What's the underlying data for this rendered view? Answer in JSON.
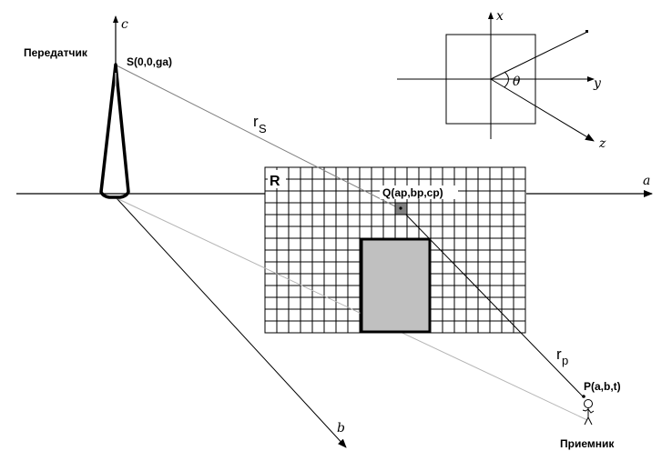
{
  "labels": {
    "transmitter": "Передатчик",
    "receiver": "Приемник",
    "source_point": "S(0,0,ga)",
    "scatter_point": "Q(ap,bp,cp)",
    "receiver_point": "P(a,b,t)",
    "region": "R",
    "r_s_main": "r",
    "r_s_sub": "S",
    "r_p_main": "r",
    "r_p_sub": "p"
  },
  "axes": {
    "main": {
      "a": "a",
      "b": "b",
      "c": "c"
    },
    "inset": {
      "x": "x",
      "y": "y",
      "z": "z",
      "angle": "θ"
    }
  },
  "grid": {
    "columns": 22,
    "rows": 14
  },
  "colors": {
    "line": "#000000",
    "ray_gray": "#808080",
    "ray_light": "#b4b4b4",
    "building_fill": "#c0c0c0",
    "scatter_cell_fill": "#808080"
  }
}
